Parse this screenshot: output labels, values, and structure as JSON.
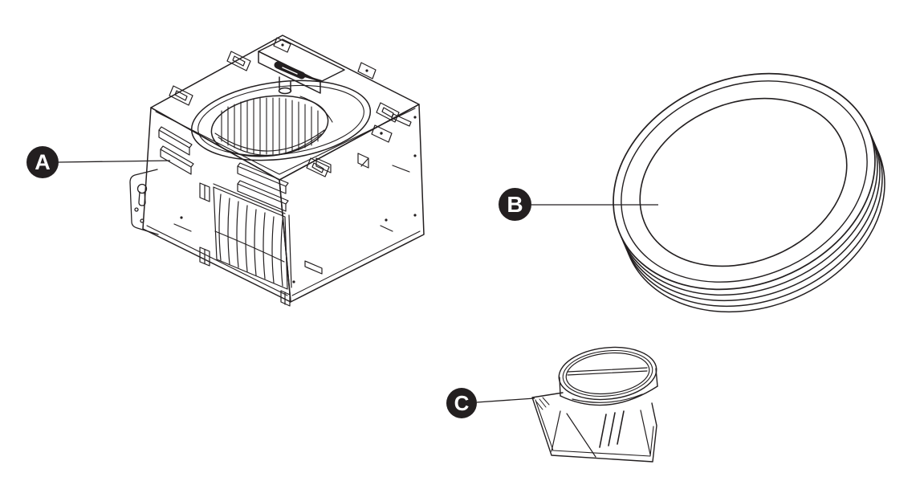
{
  "colors": {
    "background": "#ffffff",
    "line": "#231f20",
    "callout_fill": "#231f20",
    "callout_text": "#ffffff"
  },
  "callouts": [
    {
      "label": "A",
      "part_name": "fan-housing-assembly"
    },
    {
      "label": "B",
      "part_name": "round-grille-cover"
    },
    {
      "label": "C",
      "part_name": "duct-connector-damper"
    }
  ]
}
